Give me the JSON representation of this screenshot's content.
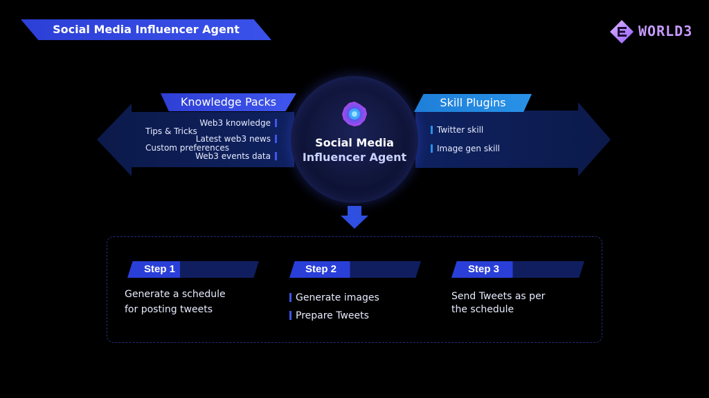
{
  "title": "Social Media Influencer Agent",
  "logo": {
    "text": "WORLD3"
  },
  "knowledge_packs": {
    "label": "Knowledge Packs",
    "items": [
      "Web3 knowledge",
      "Tips & Tricks",
      "Latest web3 news",
      "Custom preferences",
      "Web3 events data"
    ]
  },
  "skill_plugins": {
    "label": "Skill Plugins",
    "items": [
      "Twitter skill",
      "Image gen skill"
    ]
  },
  "center": {
    "line1": "Social Media",
    "line2": "Influencer Agent"
  },
  "steps": [
    {
      "label": "Step 1",
      "lines": [
        "Generate a schedule",
        "for posting tweets"
      ]
    },
    {
      "label": "Step 2",
      "lines": [
        "Generate images",
        "Prepare Tweets"
      ]
    },
    {
      "label": "Step 3",
      "lines": [
        "Send Tweets as per",
        "the schedule"
      ]
    }
  ],
  "colors": {
    "accent": "#3f56ee",
    "skill": "#2892e8",
    "background": "#000000"
  }
}
